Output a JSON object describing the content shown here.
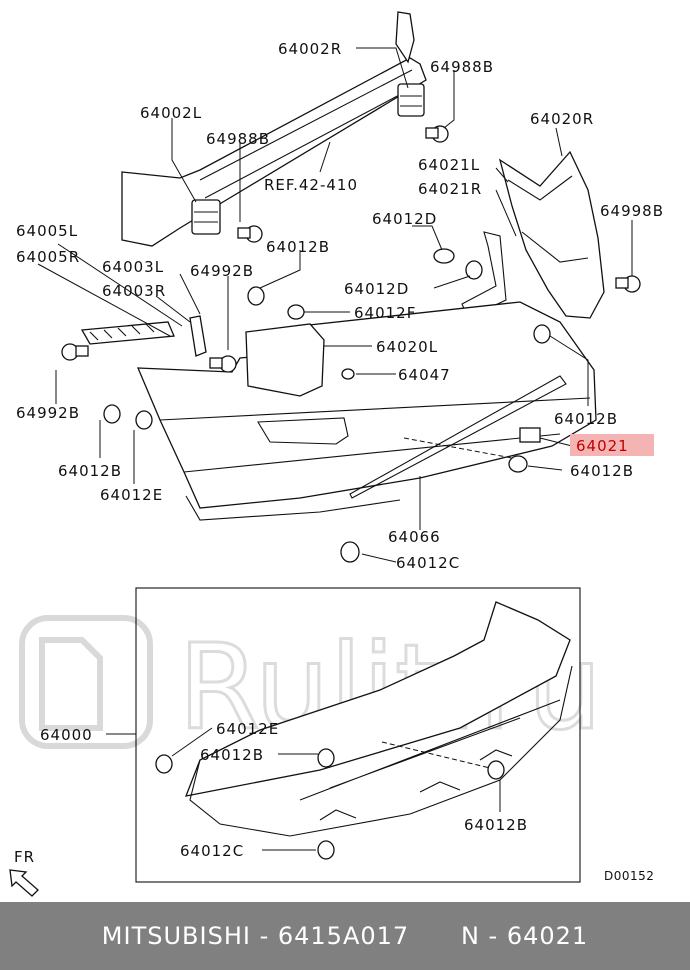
{
  "diagram": {
    "labels": {
      "p64002R": "64002R",
      "p64988B_top": "64988B",
      "p64002L": "64002L",
      "p64988B_mid": "64988B",
      "ref": "REF.42-410",
      "p64020R": "64020R",
      "p64021L": "64021L",
      "p64021R": "64021R",
      "p64998B": "64998B",
      "p64012D_a": "64012D",
      "p64012D_b": "64012D",
      "p64005L": "64005L",
      "p64005R": "64005R",
      "p64003L": "64003L",
      "p64003R": "64003R",
      "p64992B_top": "64992B",
      "p64012B_top": "64012B",
      "p64012F": "64012F",
      "p64020L": "64020L",
      "p64047": "64047",
      "p64992B_left": "64992B",
      "p64012B_right": "64012B",
      "p64021": "64021",
      "p64012B_left": "64012B",
      "p64012B_bot": "64012B",
      "p64012E": "64012E",
      "p64066": "64066",
      "p64012C": "64012C",
      "p64000": "64000",
      "ins_64012E": "64012E",
      "ins_64012B_a": "64012B",
      "ins_64012B_b": "64012B",
      "ins_64012C": "64012C",
      "fr": "FR",
      "code": "D00152"
    },
    "highlight_color": "#f4b4b4",
    "watermark": "Rulit.ru"
  },
  "footer": {
    "brand": "MITSUBISHI",
    "part_number": "6415A017",
    "ref_number": "N - 64021"
  }
}
